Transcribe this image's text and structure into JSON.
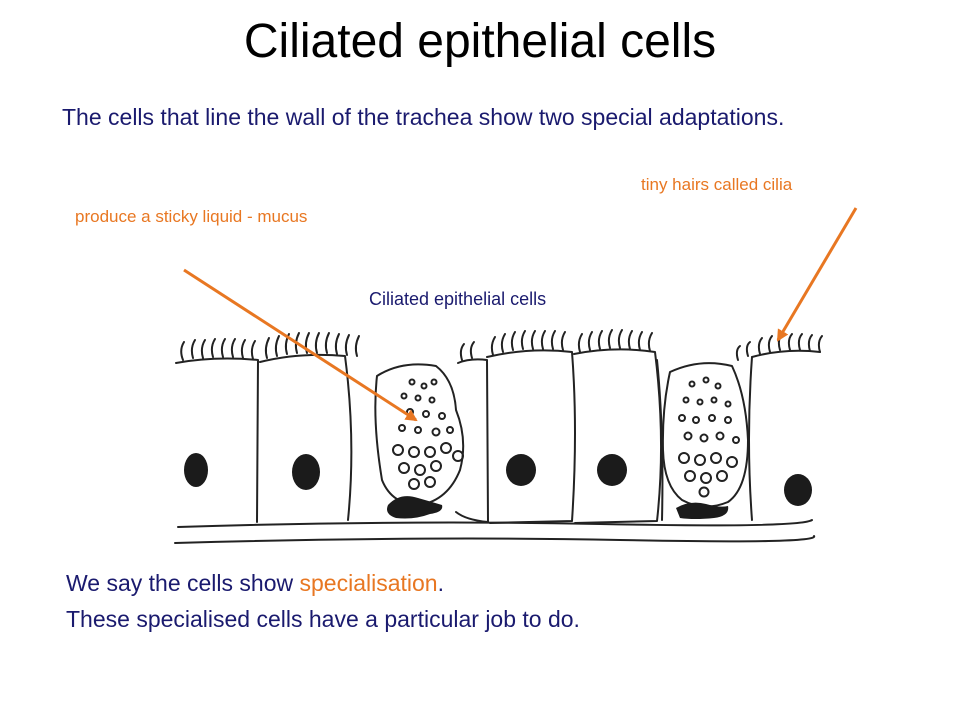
{
  "title": "Ciliated epithelial cells",
  "intro": "The cells that line the wall of the trachea show two special adaptations.",
  "labels": {
    "cilia": "tiny hairs called cilia",
    "mucus": "produce a sticky liquid - mucus",
    "diagram": "Ciliated epithelial cells"
  },
  "conclusion": {
    "line1_prefix": "We say the cells show ",
    "line1_highlight": "specialisation",
    "line1_suffix": ".",
    "line2": "These specialised cells have a particular job to do."
  },
  "colors": {
    "text": "#1a1a6e",
    "accent": "#e87722",
    "title": "#000000"
  }
}
